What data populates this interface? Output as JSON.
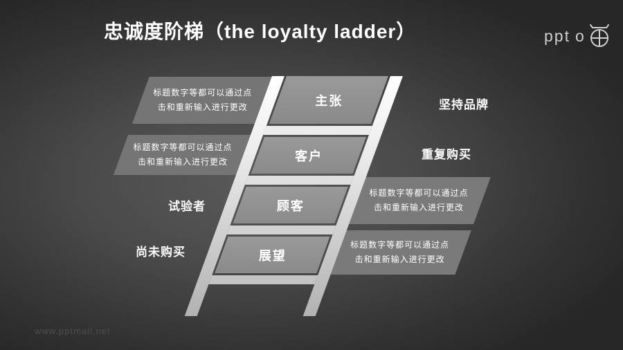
{
  "header": {
    "title": "忠诚度阶梯（the loyalty ladder）"
  },
  "logo": {
    "text": "ppt",
    "o": "o",
    "icon": "cat-head-compass-icon"
  },
  "watermark": {
    "text": "www.pptmall.net"
  },
  "placeholder_note": {
    "line1": "标题数字等都可以通过点",
    "line2": "击和重新输入进行更改"
  },
  "ladder": {
    "rungs": [
      "主张",
      "客户",
      "顾客",
      "展望"
    ],
    "left_labels": [
      "试验者",
      "尚未购买"
    ],
    "right_labels": [
      "坚持品牌",
      "重复购买"
    ]
  },
  "colors": {
    "background_center": "#595959",
    "background_edge": "#272727",
    "rail_light": "#ffffff",
    "rail_dark": "#b2b2b2",
    "rung_box": "#8f8f8f",
    "note_box_left": "#757575",
    "note_box_right": "#7a7a7a",
    "text": "#ffffff",
    "watermark": "#4d4d4d"
  }
}
